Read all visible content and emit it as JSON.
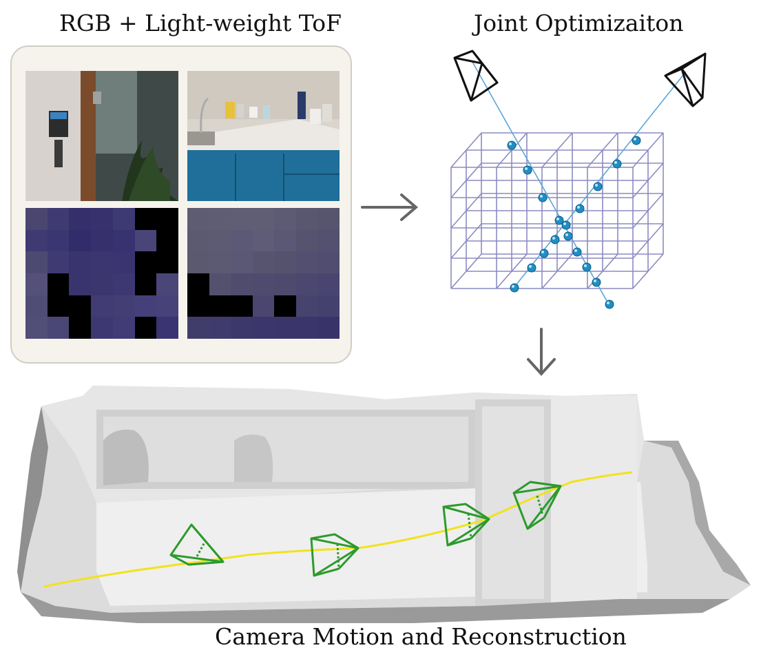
{
  "titles": {
    "input": "RGB + Light-weight ToF",
    "optimization": "Joint Optimizaiton",
    "output": "Camera Motion and Reconstruction"
  },
  "colors": {
    "panel_bg": "#f5f3ec",
    "panel_border": "#cfcdc5",
    "arrow": "#666666",
    "grid_line": "#8a8ac4",
    "ray_line": "#5aa6d8",
    "point": "#1f8fc3",
    "camera_traj": "#f2e21c",
    "camera_frustum_green": "#2c9a2c",
    "camera_frustum_black": "#111111",
    "mesh_gray": "#d9d9d9"
  },
  "tof_left": [
    [
      "#4a4670",
      "#3f3b72",
      "#352f6c",
      "#37316e",
      "#3d3972",
      "#000000",
      "#000000"
    ],
    [
      "#3f3a72",
      "#3a3672",
      "#322c6a",
      "#36306c",
      "#383270",
      "#4a4578",
      "#000000"
    ],
    [
      "#4d4a72",
      "#3f3b72",
      "#39336e",
      "#3b3570",
      "#3a3470",
      "#000000",
      "#000000"
    ],
    [
      "#54507a",
      "#000000",
      "#3a346e",
      "#3c366e",
      "#3e3872",
      "#000000",
      "#4a4678"
    ],
    [
      "#4f4c76",
      "#000000",
      "#000000",
      "#413c74",
      "#433e74",
      "#45407a",
      "#47427a"
    ],
    [
      "#514e78",
      "#4a4676",
      "#000000",
      "#3d3872",
      "#413c76",
      "#000000",
      "#3a3472"
    ]
  ],
  "tof_right": [
    [
      "#5e5c72",
      "#5f5d74",
      "#605e76",
      "#605e74",
      "#5c5a74",
      "#59566f",
      "#57546e"
    ],
    [
      "#5c5a72",
      "#5d5b74",
      "#5b5976",
      "#5e5c76",
      "#5a5874",
      "#56536f",
      "#545170"
    ],
    [
      "#5b596f",
      "#5c5a72",
      "#5a5874",
      "#57546f",
      "#55526e",
      "#534f70",
      "#514d70"
    ],
    [
      "#000000",
      "#54516e",
      "#504c6e",
      "#4f4b6f",
      "#4d4a6e",
      "#4b476e",
      "#494570"
    ],
    [
      "#000000",
      "#000000",
      "#000000",
      "#4a4670",
      "#000000",
      "#47436f",
      "#45416f"
    ],
    [
      "#413d6a",
      "#3f3b6c",
      "#3c386c",
      "#3b376c",
      "#3a366c",
      "#3a366c",
      "#38346a"
    ]
  ]
}
